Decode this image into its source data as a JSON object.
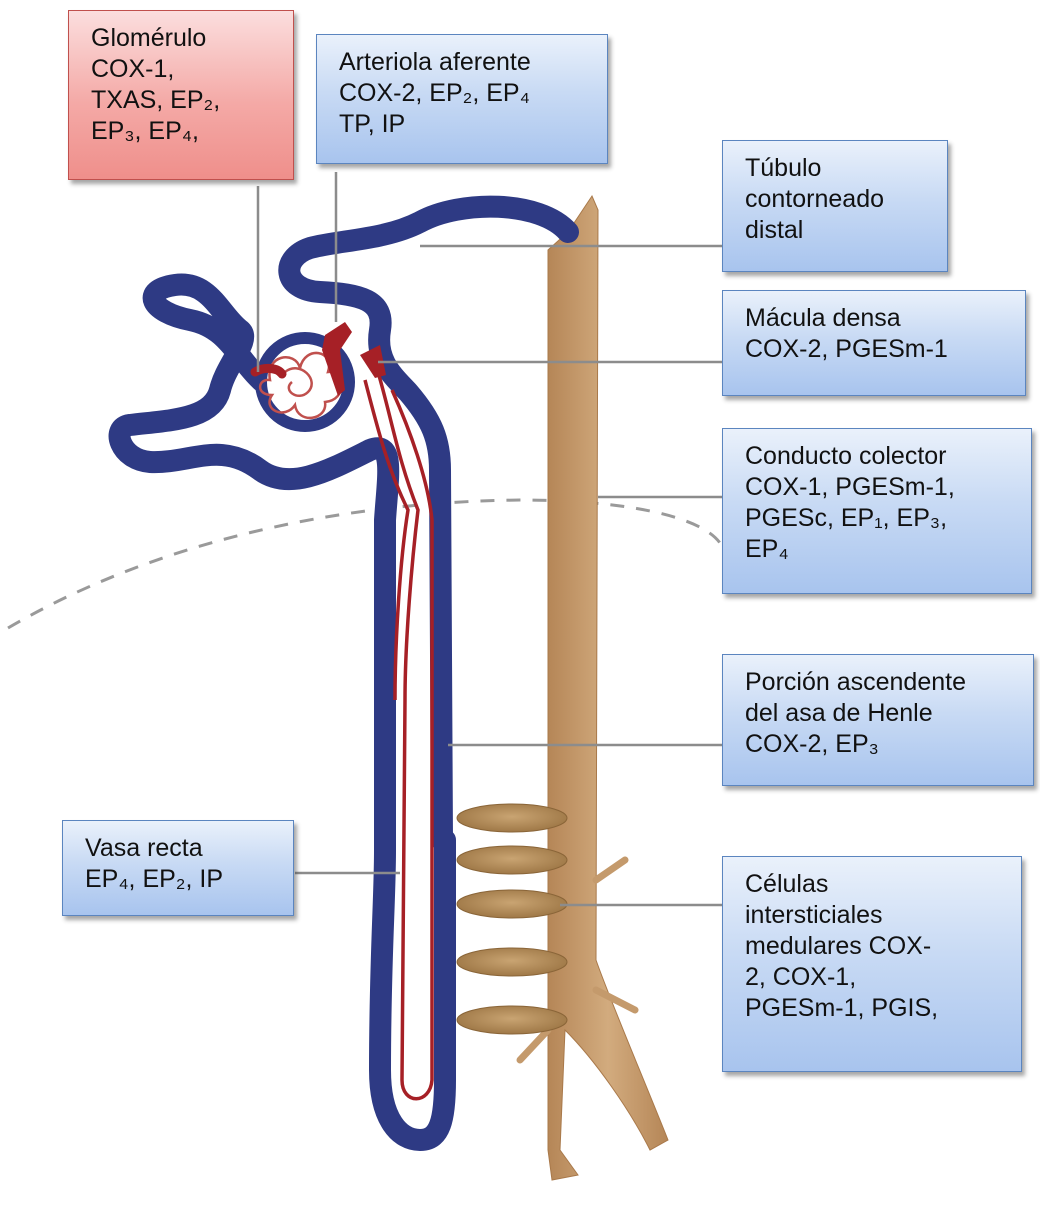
{
  "labels": {
    "glomerulo": [
      "Glomérulo",
      "COX-1,",
      "TXAS, EP₂,",
      "EP₃, EP₄,"
    ],
    "arteriola": [
      "Arteriola aferente",
      "COX-2, EP₂, EP₄",
      "TP, IP"
    ],
    "tubulo": [
      "Túbulo",
      "contorneado",
      "distal"
    ],
    "macula": [
      "Mácula densa",
      "COX-2, PGESm-1"
    ],
    "conducto": [
      "Conducto colector",
      "COX-1, PGESm-1,",
      "PGESc, EP₁, EP₃,",
      "EP₄"
    ],
    "porcion": [
      "Porción ascendente",
      "del asa de Henle",
      "COX-2, EP₃"
    ],
    "vasa": [
      "Vasa recta",
      "EP₄, EP₂, IP"
    ],
    "celulas": [
      "Células",
      "intersticiales",
      "medulares COX-",
      "2, COX-1,",
      "PGESm-1, PGIS,"
    ]
  },
  "colors": {
    "tubule": "#2e3a84",
    "vessel": "#a62026",
    "duct": "#c49a6c",
    "cell": "#a8824f",
    "leader": "#8c8c8c",
    "boundary": "#9a9a9a"
  }
}
